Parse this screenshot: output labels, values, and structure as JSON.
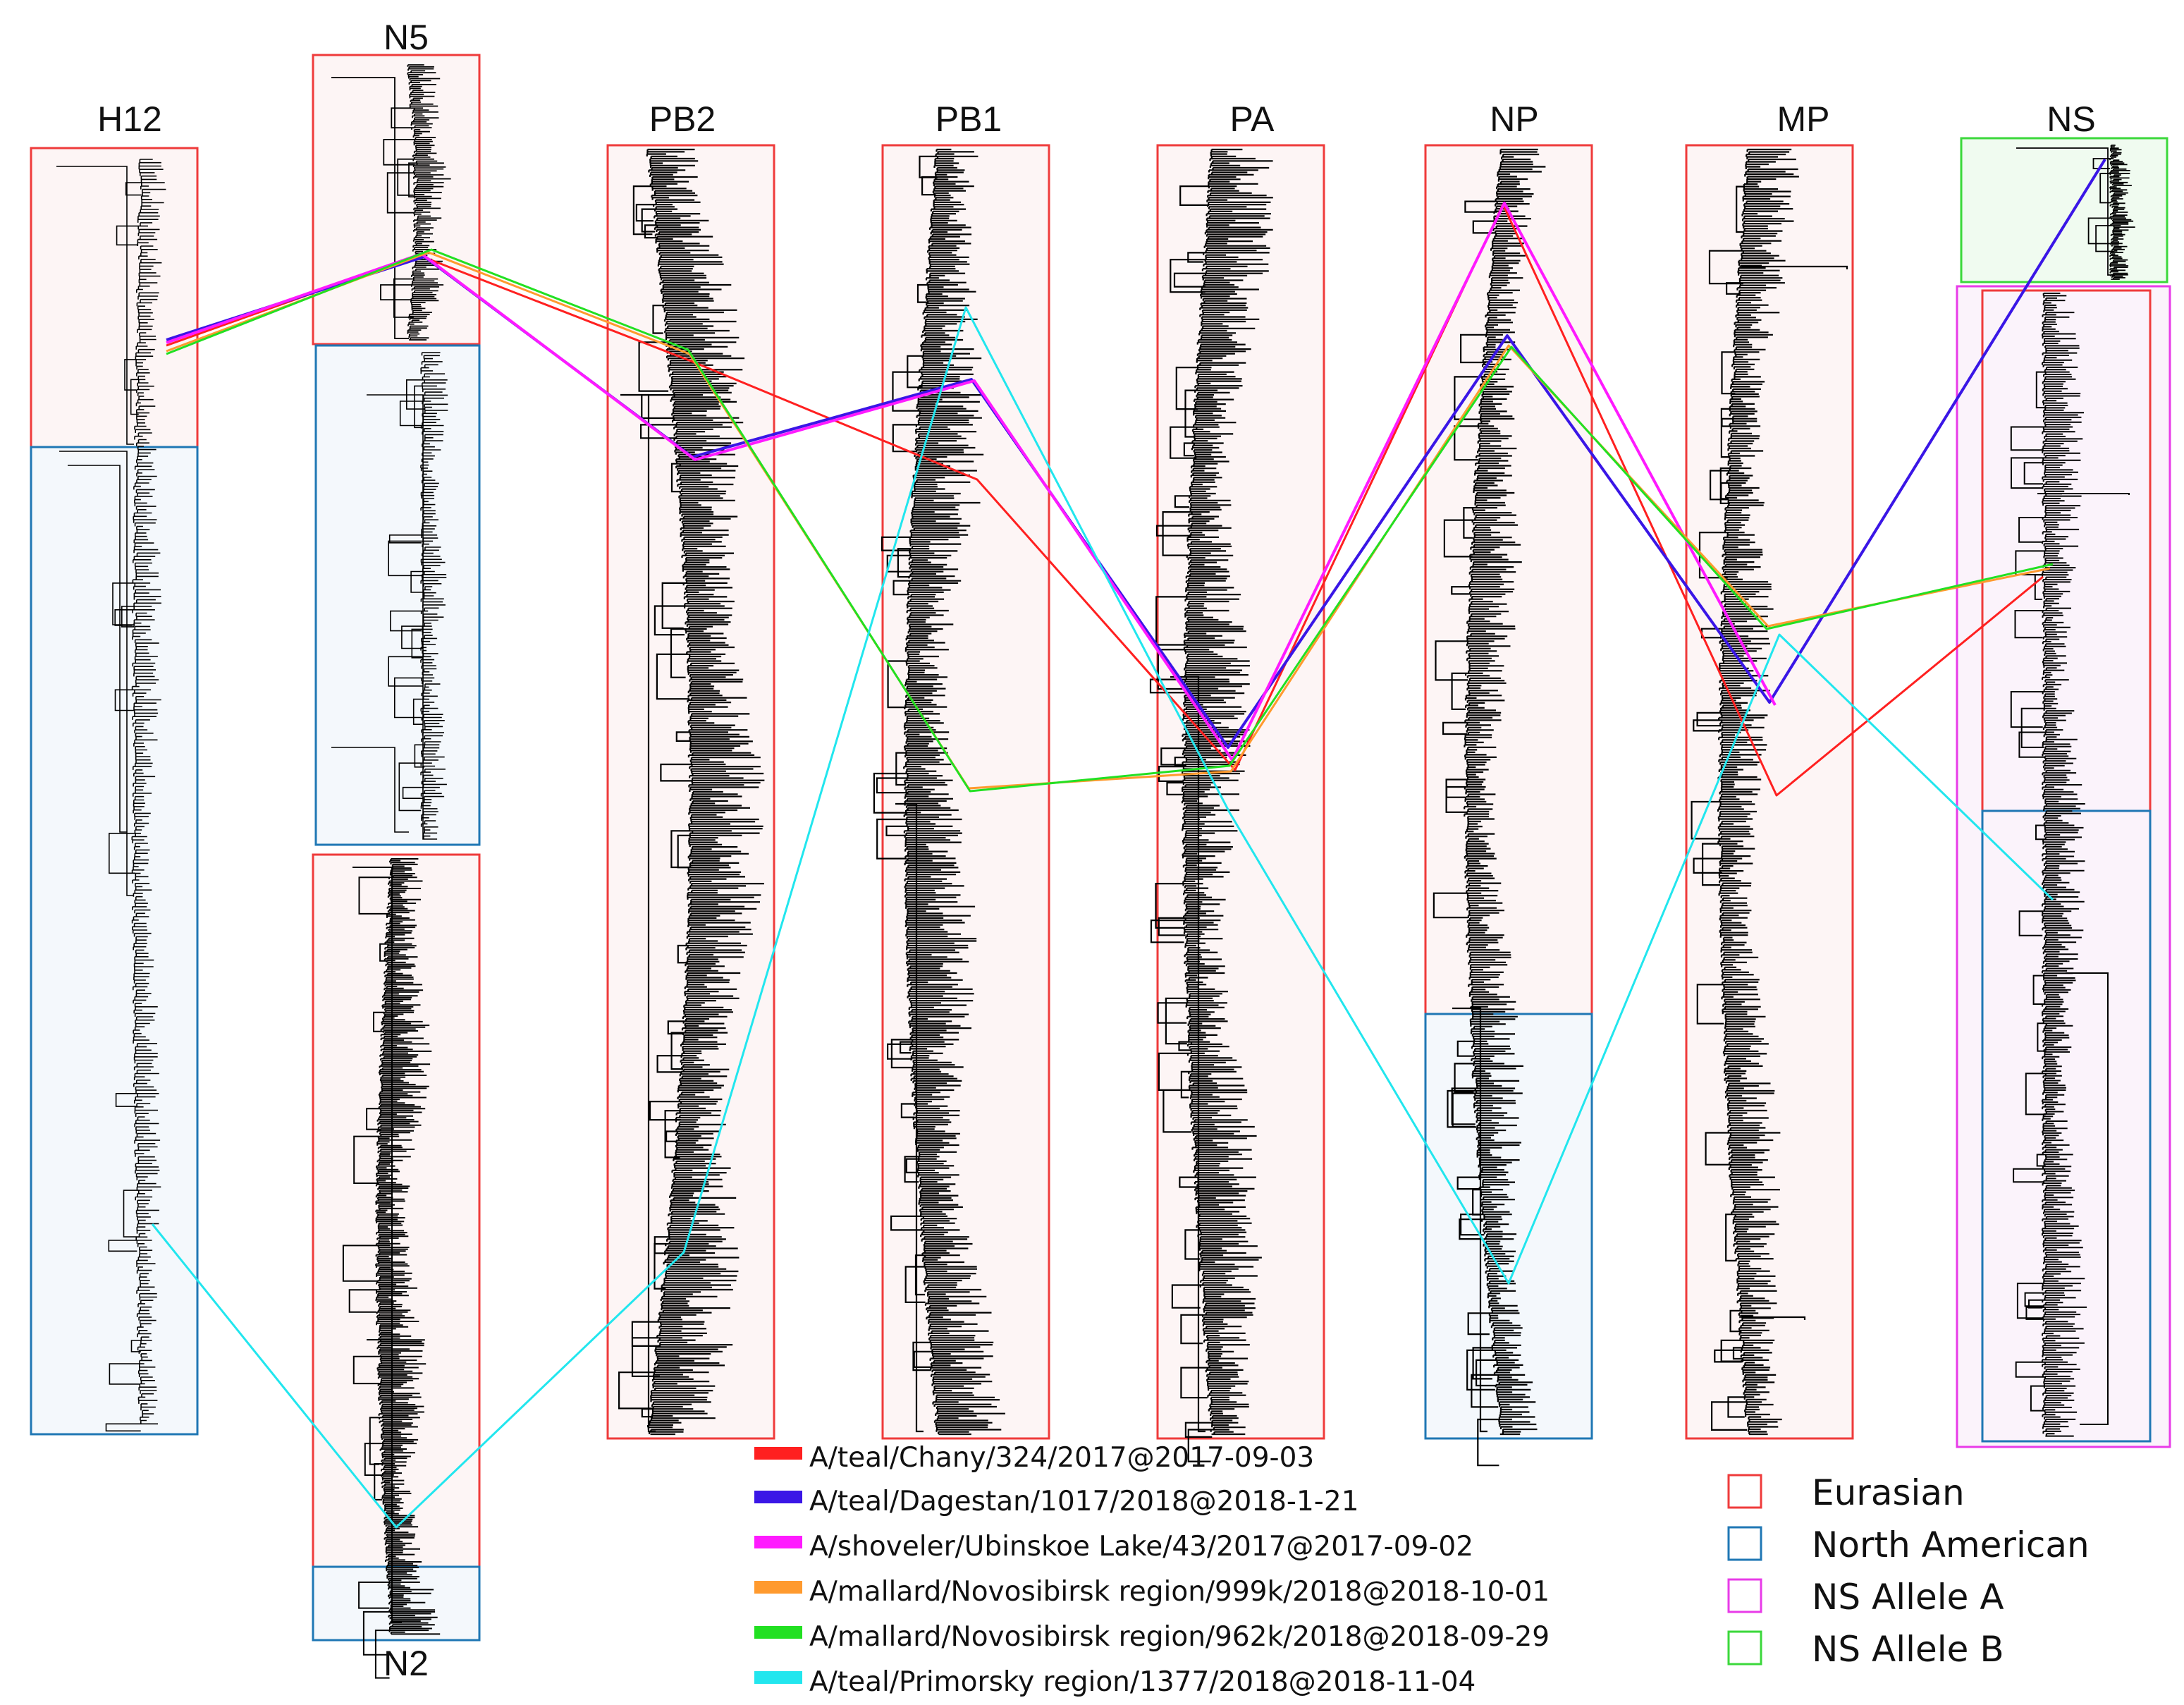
{
  "segments": [
    {
      "id": "h12",
      "title": "H12"
    },
    {
      "id": "n5",
      "title": "N5"
    },
    {
      "id": "n2",
      "title": "N2"
    },
    {
      "id": "pb2",
      "title": "PB2"
    },
    {
      "id": "pb1",
      "title": "PB1"
    },
    {
      "id": "pa",
      "title": "PA"
    },
    {
      "id": "np",
      "title": "NP"
    },
    {
      "id": "mp",
      "title": "MP"
    },
    {
      "id": "ns",
      "title": "NS"
    }
  ],
  "strains": [
    {
      "label": "A/teal/Chany/324/2017@2017-09-03",
      "color": "#ff2020"
    },
    {
      "label": "A/teal/Dagestan/1017/2018@2018-1-21",
      "color": "#3a16e6"
    },
    {
      "label": "A/shoveler/Ubinskoe Lake/43/2017@2017-09-02",
      "color": "#ff1aff"
    },
    {
      "label": "A/mallard/Novosibirsk region/999k/2018@2018-10-01",
      "color": "#ff9a2e"
    },
    {
      "label": "A/mallard/Novosibirsk region/962k/2018@2018-09-29",
      "color": "#22e022"
    },
    {
      "label": "A/teal/Primorsky region/1377/2018@2018-11-04",
      "color": "#22e6ee"
    }
  ],
  "clade_key": [
    {
      "label": "Eurasian",
      "color": "#ef3b3b"
    },
    {
      "label": "North American",
      "color": "#1f77b4"
    },
    {
      "label": "NS Allele A",
      "color": "#e83be8"
    },
    {
      "label": "NS Allele B",
      "color": "#3bd83b"
    }
  ]
}
